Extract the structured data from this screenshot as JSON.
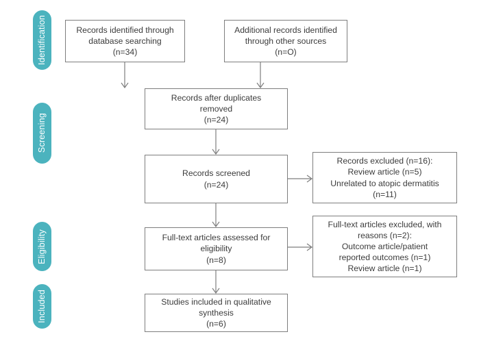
{
  "diagram": {
    "type": "prisma-flow-diagram",
    "accent_color": "#4bb3be",
    "box_border_color": "#7d7d7d",
    "text_color": "#3b3b3b",
    "connector_color": "#7d7d7d"
  },
  "stages": [
    {
      "id": "identification",
      "label": "Identification"
    },
    {
      "id": "screening",
      "label": "Screening"
    },
    {
      "id": "eligibility",
      "label": "Eligibility"
    },
    {
      "id": "included",
      "label": "Included"
    }
  ],
  "boxes": {
    "records_identified": {
      "text": "Records identified through\ndatabase searching\n(n=34)",
      "count": 34
    },
    "additional_records": {
      "text": "Additional records identified\nthrough other sources\n(n=O)",
      "count": 0
    },
    "after_duplicates": {
      "text": "Records after duplicates\nremoved\n(n=24)",
      "count": 24
    },
    "records_screened": {
      "text": "Records screened\n(n=24)",
      "count": 24
    },
    "records_excluded": {
      "text": "Records excluded (n=16):\nReview article (n=5)\nUnrelated to atopic dermatitis\n(n=11)",
      "count": 16
    },
    "fulltext_assessed": {
      "text": "Full-text articles assessed for\neligibility\n(n=8)",
      "count": 8
    },
    "fulltext_excluded": {
      "text": "Full-text articles excluded, with\nreasons (n=2):\nOutcome article/patient\nreported outcomes (n=1)\nReview article (n=1)",
      "count": 2
    },
    "studies_included": {
      "text": "Studies included in qualitative\nsynthesis\n(n=6)",
      "count": 6
    }
  }
}
